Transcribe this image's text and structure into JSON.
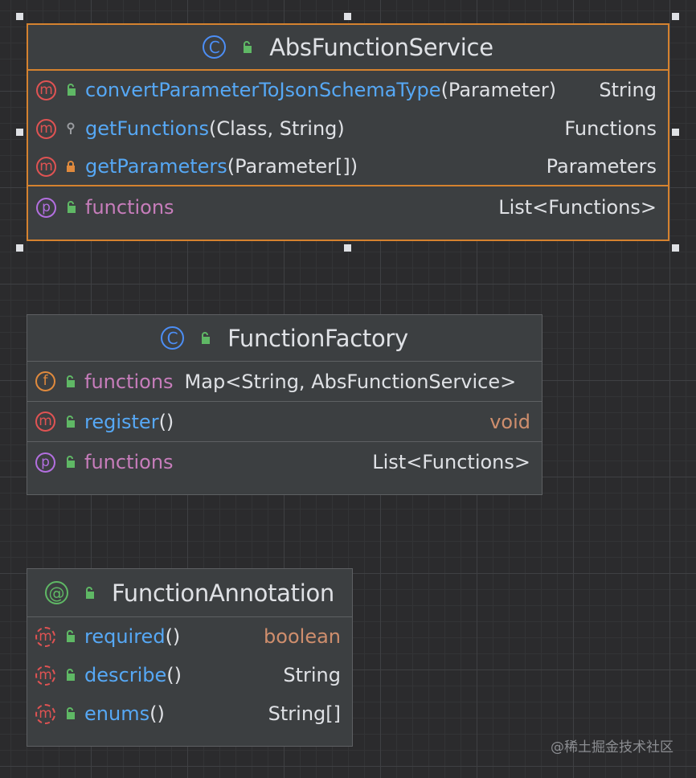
{
  "classes": [
    {
      "title": "AbsFunctionService",
      "kind_icon": "class-icon",
      "methods": [
        {
          "name": "convertParameterToJsonSchemaType",
          "params": "(Parameter)",
          "type": "String",
          "visibility": "public"
        },
        {
          "name": "getFunctions",
          "params": "(Class, String)",
          "type": "Functions",
          "visibility": "package"
        },
        {
          "name": "getParameters",
          "params": "(Parameter[])",
          "type": "Parameters",
          "visibility": "private"
        }
      ],
      "properties": [
        {
          "name": "functions",
          "type": "List<Functions>",
          "visibility": "public"
        }
      ]
    },
    {
      "title": "FunctionFactory",
      "kind_icon": "class-icon",
      "fields": [
        {
          "name": "functions",
          "type": "Map<String, AbsFunctionService>",
          "visibility": "public"
        }
      ],
      "methods": [
        {
          "name": "register",
          "params": "()",
          "type": "void",
          "visibility": "public"
        }
      ],
      "properties": [
        {
          "name": "functions",
          "type": "List<Functions>",
          "visibility": "public"
        }
      ]
    },
    {
      "title": "FunctionAnnotation",
      "kind_icon": "annotation-icon",
      "methods": [
        {
          "name": "required",
          "params": "()",
          "type": "boolean",
          "visibility": "public"
        },
        {
          "name": "describe",
          "params": "()",
          "type": "String",
          "visibility": "public"
        },
        {
          "name": "enums",
          "params": "()",
          "type": "String[]",
          "visibility": "public"
        }
      ]
    }
  ],
  "badges": {
    "class": "C",
    "method": "m",
    "property": "p",
    "field": "f",
    "annotation": "@"
  },
  "watermark": "@稀土掘金技术社区",
  "colors": {
    "background": "#2b2b2d",
    "node_bg": "#3c3f41",
    "selection": "#d5822f",
    "method_name": "#56a8f5",
    "property_name": "#c77dbb",
    "keyword_type": "#cf8e6d"
  }
}
